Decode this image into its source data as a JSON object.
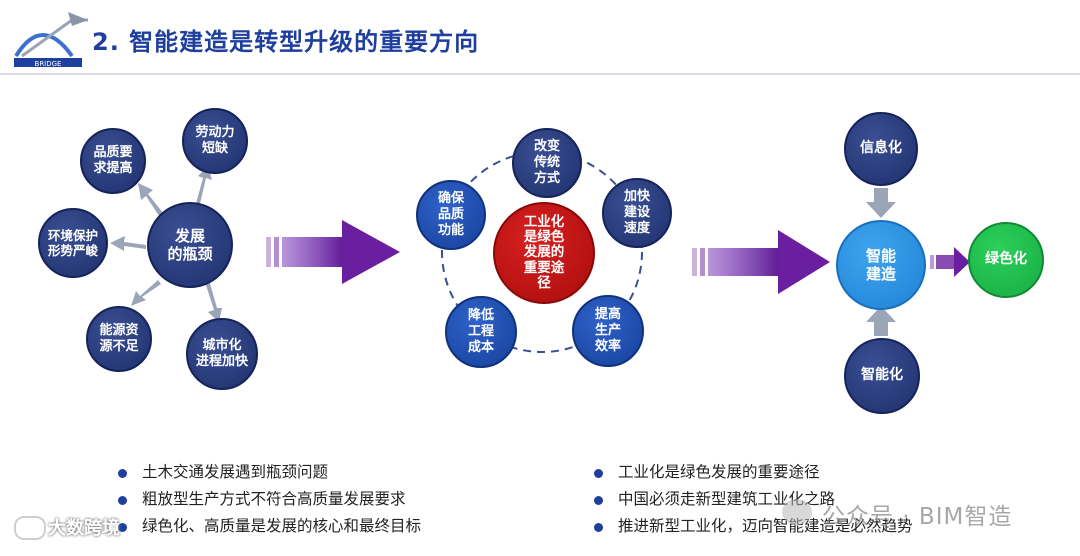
{
  "header": {
    "logo_text": "BRIDGE",
    "title": "2. 智能建造是转型升级的重要方向"
  },
  "left_cluster": {
    "center": "发展\n的瓶颈",
    "items": [
      "品质要\n求提高",
      "劳动力\n短缺",
      "环境保护\n形势严峻",
      "能源资\n源不足",
      "城市化\n进程加快"
    ]
  },
  "middle_cluster": {
    "center": "工业化\n是绿色\n发展的\n重要途\n径",
    "items": [
      "改变\n传统\n方式",
      "加快\n建设\n速度",
      "提高\n生产\n效率",
      "降低\n工程\n成本",
      "确保\n品质\n功能"
    ]
  },
  "right_cluster": {
    "top": "信息化",
    "center": "智能\n建造",
    "bottom": "智能化",
    "result": "绿色化"
  },
  "bullets_left": [
    "土木交通发展遇到瓶颈问题",
    "粗放型生产方式不符合高质量发展要求",
    "绿色化、高质量是发展的核心和最终目标"
  ],
  "bullets_right": [
    "工业化是绿色发展的重要途径",
    "中国必须走新型建筑工业化之路",
    "推进新型工业化，迈向智能建造是必然趋势"
  ],
  "watermark": "公众号 · BIM智造",
  "brand": "大数跨境",
  "colors": {
    "navy": "#1e2f6b",
    "blue": "#16409a",
    "red": "#c01515",
    "light_blue": "#2b93e3",
    "green": "#1fbf4d",
    "arrow_purple": "#6a1fa0",
    "arrow_gray": "#9aa5b8"
  }
}
